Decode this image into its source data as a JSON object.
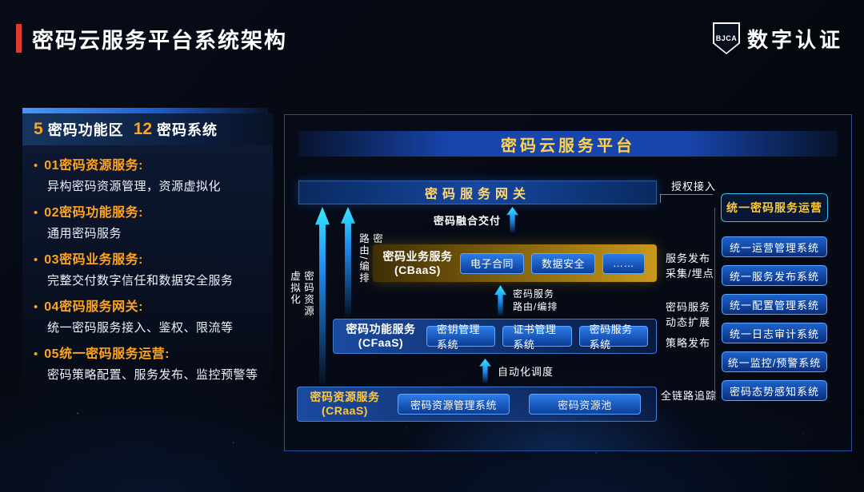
{
  "header": {
    "title": "密码云服务平台系统架构",
    "logo": {
      "shield_text": "BJCA",
      "brand": "数字认证"
    }
  },
  "sidebar": {
    "header": {
      "count_zones": "5",
      "label_zones": "密码功能区",
      "count_systems": "12",
      "label_systems": "密码系统"
    },
    "items": [
      {
        "title": "01密码资源服务:",
        "desc": "异构密码资源管理，资源虚拟化"
      },
      {
        "title": "02密码功能服务:",
        "desc": "通用密码服务"
      },
      {
        "title": "03密码业务服务:",
        "desc": "完整交付数字信任和数据安全服务"
      },
      {
        "title": "04密码服务网关:",
        "desc": "统一密码服务接入、鉴权、限流等"
      },
      {
        "title": "05统一密码服务运营:",
        "desc": "密码策略配置、服务发布、监控预警等"
      }
    ]
  },
  "diagram": {
    "title": "密码云服务平台",
    "gateway_label": "密码服务网关",
    "auth_label": "授权接入",
    "fusion_label": "密码融合交付",
    "vertical_route_label": "密码服务\n路由/编排",
    "vertical_virtual_label": "密码资源\n虚拟化",
    "cbaas": {
      "label": "密码业务服务\n(CBaaS)",
      "items": [
        "电子合同",
        "数据安全",
        "……"
      ]
    },
    "route_label": "密码服务\n路由/编排",
    "cfaas": {
      "label": "密码功能服务\n(CFaaS)",
      "items": [
        "密钥管理系统",
        "证书管理系统",
        "密码服务系统"
      ]
    },
    "schedule_label": "自动化调度",
    "craas": {
      "label": "密码资源服务\n(CRaaS)",
      "items": [
        "密码资源管理系统",
        "密码资源池"
      ]
    },
    "annotations": {
      "publish": "服务发布\n采集/埋点",
      "dynamic": "密码服务\n动态扩展",
      "policy": "策略发布",
      "trace": "全链路追踪"
    },
    "right_column": {
      "header": "统一密码服务运营",
      "items": [
        "统一运营管理系统",
        "统一服务发布系统",
        "统一配置管理系统",
        "统一日志审计系统",
        "统一监控/预警系统",
        "密码态势感知系统"
      ]
    }
  },
  "colors": {
    "accent_orange": "#ffa41c",
    "accent_gold": "#ffd24a",
    "accent_red": "#e23b2e",
    "arrow_cyan": "#35e2ff",
    "node_blue": "#1e62cc",
    "cbaas_gold": "#c9991a"
  }
}
